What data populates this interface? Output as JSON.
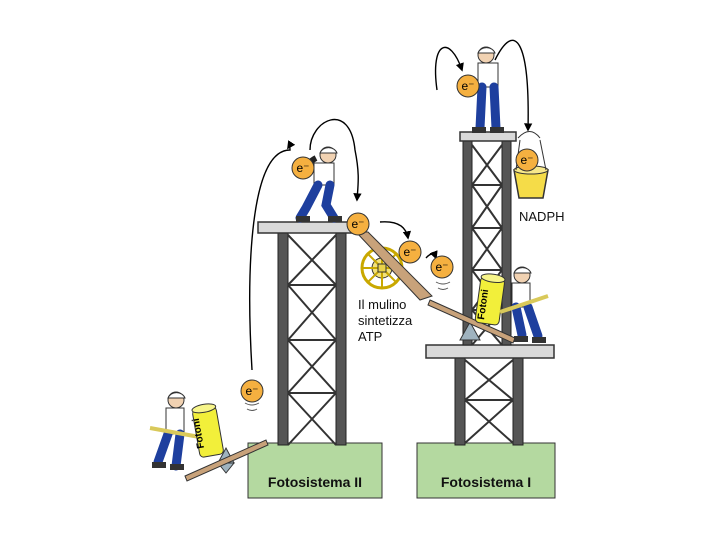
{
  "labels": {
    "nadph": "NADPH",
    "mill_line1": "Il mulino",
    "mill_line2": "sintetizza",
    "mill_line3": "ATP",
    "photosystem_2": "Fotosistema II",
    "photosystem_1": "Fotosistema I",
    "electron": "e⁻",
    "photon_left": "Fotoni",
    "photon_right": "Fotoni"
  },
  "colors": {
    "base_green": "#b4d9a0",
    "electron": "#f5b040",
    "photon_can": "#f2ef3a",
    "bucket": "#f5dc48",
    "helmet": "#ffffff",
    "jeans": "#1e3f9e",
    "plank": "#c8a27a",
    "tower": "#4a4a4a"
  }
}
